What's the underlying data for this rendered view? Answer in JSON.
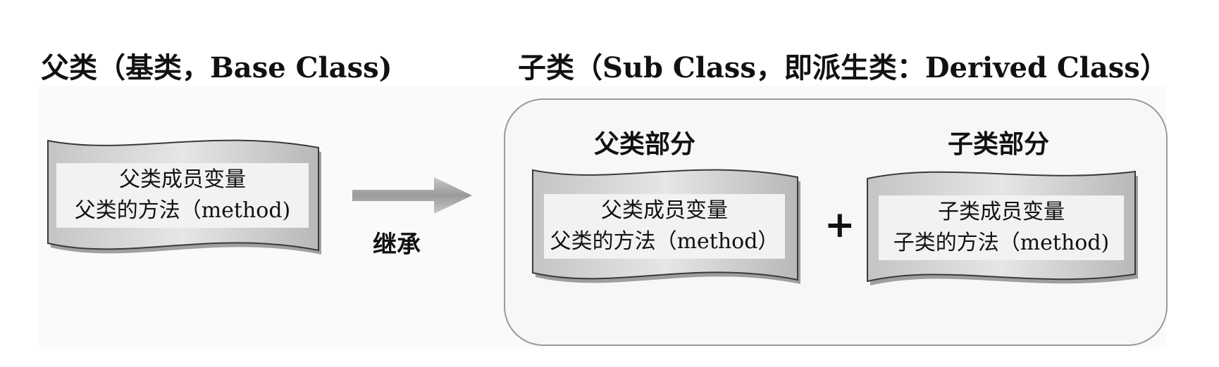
{
  "base_title": "父类（基类，Base Class)",
  "sub_title": "子类（Sub Class，即派生类：Derived Class）",
  "base_card": {
    "line1": "父类成员变量",
    "line2": "父类的方法（method)"
  },
  "arrow_label": "继承",
  "sub_class": {
    "parent_part_label": "父类部分",
    "child_part_label": "子类部分",
    "parent_card": {
      "line1": "父类成员变量",
      "line2": "父类的方法（method）"
    },
    "plus": "+",
    "child_card": {
      "line1": "子类成员变量",
      "line2": "子类的方法（method)"
    }
  },
  "colors": {
    "card_fill": "#f2f2f2",
    "card_edge": "#3a3a3a",
    "arrow": "#a8a8a8",
    "box_border": "#9a9a9a"
  }
}
